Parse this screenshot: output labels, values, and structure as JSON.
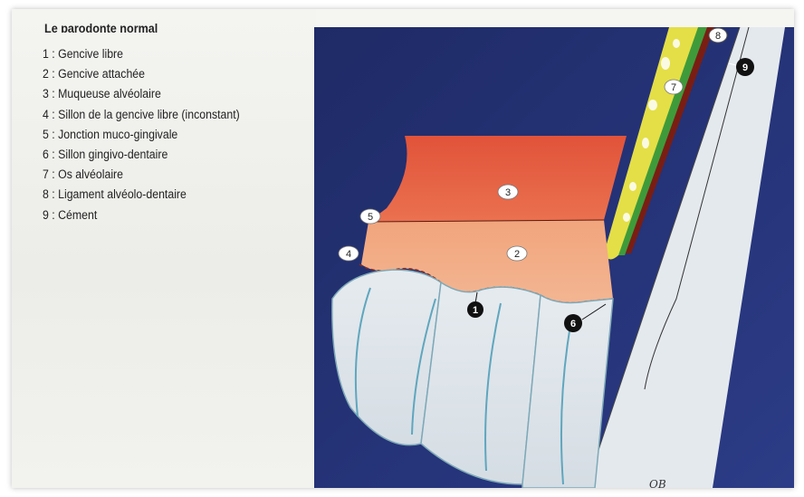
{
  "title": "Le parodonte normal",
  "legend": [
    "1 : Gencive libre",
    "2 : Gencive attachée",
    "3 : Muqueuse alvéolaire",
    "4 : Sillon de la gencive libre (inconstant)",
    "5 : Jonction muco-gingivale",
    "6 : Sillon gingivo-dentaire",
    "7 : Os alvéolaire",
    "8 : Ligament alvéolo-dentaire",
    "9 : Cément"
  ],
  "markers": {
    "m1": "1",
    "m2": "2",
    "m3": "3",
    "m4": "4",
    "m5": "5",
    "m6": "6",
    "m7": "7",
    "m8": "8",
    "m9": "9"
  },
  "signature": "OB",
  "colors": {
    "background": "#22306e",
    "alveolar_mucosa": "#e2593e",
    "attached_gingiva": "#f2a67a",
    "tooth": "#dde4ea",
    "bone": "#e6e24a",
    "ligament": "#3f9b3a",
    "cementum": "#7a1e14"
  }
}
